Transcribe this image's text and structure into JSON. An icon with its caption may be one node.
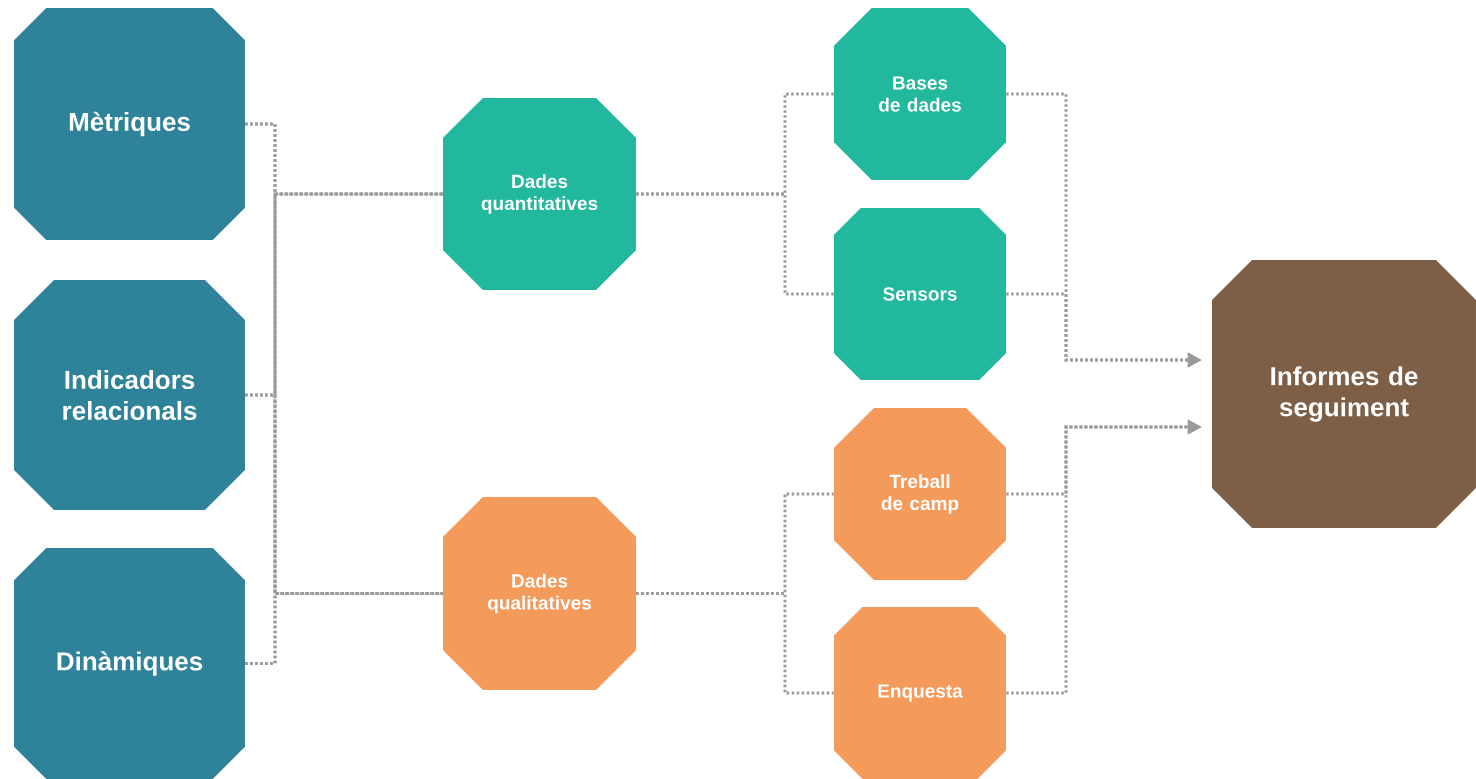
{
  "diagram": {
    "nodes": [
      {
        "text": [
          "Mètriques"
        ]
      },
      {
        "text": [
          "Indicadors relacionals"
        ]
      },
      {
        "text": [
          "Dinàmiques"
        ]
      },
      {
        "text": [
          "Dades quantitatives"
        ]
      },
      {
        "text": [
          "Dades qualitatives"
        ]
      },
      {
        "text": [
          "Bases de dades"
        ]
      },
      {
        "text": [
          "Sensors"
        ]
      },
      {
        "text": [
          "Treball de camp"
        ]
      },
      {
        "text": [
          "Enquesta"
        ]
      },
      {
        "text": [
          "Informes de seguiment"
        ]
      }
    ],
    "edges": [
      {
        "from": 0,
        "to": 3,
        "arrow": "none"
      },
      {
        "from": 0,
        "to": 4,
        "arrow": "none"
      },
      {
        "from": 1,
        "to": 3,
        "arrow": "none"
      },
      {
        "from": 1,
        "to": 4,
        "arrow": "none"
      },
      {
        "from": 2,
        "to": 3,
        "arrow": "none"
      },
      {
        "from": 2,
        "to": 4,
        "arrow": "none"
      },
      {
        "from": 3,
        "to": 5,
        "arrow": "none"
      },
      {
        "from": 3,
        "to": 6,
        "arrow": "none"
      },
      {
        "from": 4,
        "to": 7,
        "arrow": "none"
      },
      {
        "from": 4,
        "to": 8,
        "arrow": "none"
      },
      {
        "from": 5,
        "to": 9,
        "arrow": "to"
      },
      {
        "from": 6,
        "to": 9,
        "arrow": "to"
      },
      {
        "from": 7,
        "to": 9,
        "arrow": "to"
      },
      {
        "from": 8,
        "to": 9,
        "arrow": "to"
      }
    ]
  }
}
